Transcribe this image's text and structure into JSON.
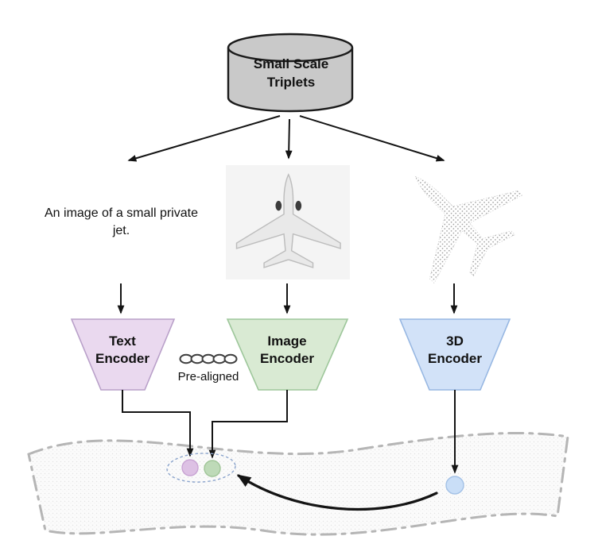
{
  "cylinder": {
    "label": "Small Scale Triplets",
    "fill": "#c9c9c9",
    "stroke": "#1a1a1a"
  },
  "text_input": {
    "caption": "An image of a small private jet."
  },
  "encoders": {
    "text": {
      "label": "Text Encoder",
      "fill": "#ead9ef",
      "stroke": "#b9a0c9"
    },
    "image": {
      "label": "Image Encoder",
      "fill": "#d9ead3",
      "stroke": "#9ec79b"
    },
    "three_d": {
      "label": "3D Encoder",
      "fill": "#d2e2f8",
      "stroke": "#97b7e2"
    }
  },
  "pre_aligned": {
    "label": "Pre-aligned"
  },
  "embedding_space": {
    "text_dot_fill": "#ddc1e4",
    "text_dot_stroke": "#c9a4d4",
    "image_dot_fill": "#bedab8",
    "image_dot_stroke": "#a0c598",
    "threed_dot_fill": "#c9def7",
    "threed_dot_stroke": "#a3c1e6",
    "ellipse_stroke": "#8ba4cc",
    "manifold_stroke": "#b5b5b5"
  }
}
